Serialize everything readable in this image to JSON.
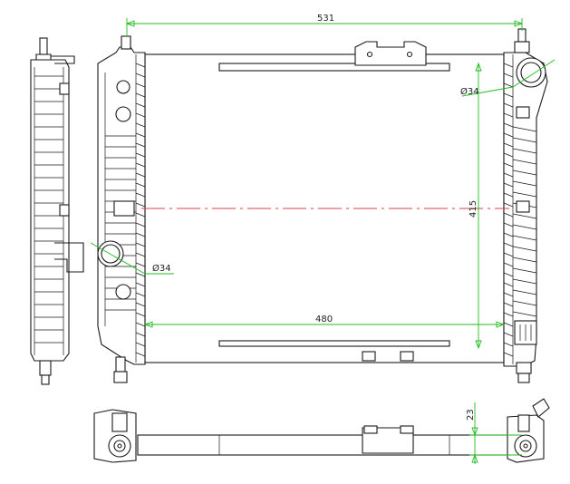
{
  "dimensions": {
    "overall_width": "531",
    "core_width": "480",
    "core_height": "415",
    "inlet_diameter": "Ø34",
    "outlet_diameter": "Ø34",
    "bottom_offset": "23"
  },
  "colors": {
    "dimension": "#22bb22",
    "centerline": "#e04040",
    "outline": "#1a1a1a"
  }
}
